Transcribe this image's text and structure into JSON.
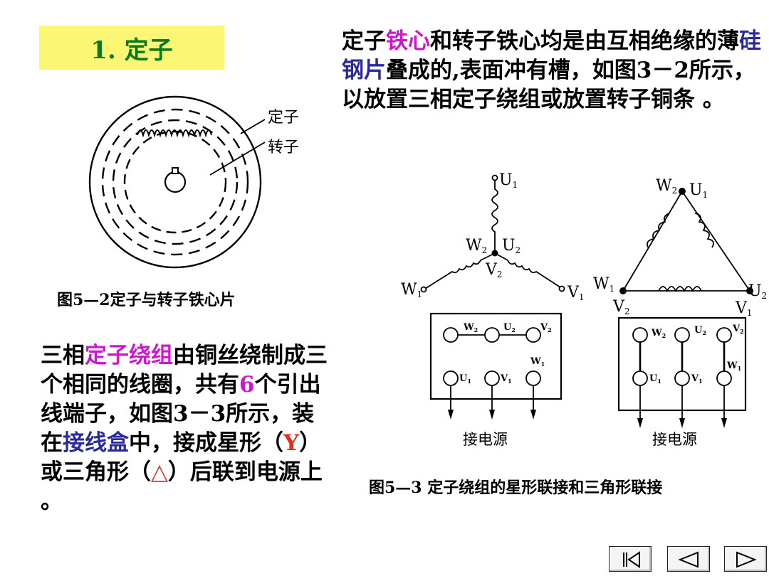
{
  "slide": {
    "title": "1. 定子",
    "para1": [
      {
        "t": "定子"
      },
      {
        "t": "铁心",
        "c": "pink"
      },
      {
        "t": "和转子铁心均是由互相绝缘的薄"
      },
      {
        "t": "硅钢片",
        "c": "blue"
      },
      {
        "t": "叠成的,表面冲有槽，如图3－2所示，以放置三相定子绕组或放置转子铜条 。"
      }
    ],
    "para2": [
      {
        "t": "三相"
      },
      {
        "t": "定子绕组",
        "c": "pink"
      },
      {
        "t": "由铜丝绕制成三个相同的线圈，共有"
      },
      {
        "t": "6",
        "c": "pink"
      },
      {
        "t": "个引出线端子，如图3－3所示，装在"
      },
      {
        "t": "接线盒",
        "c": "blue"
      },
      {
        "t": "中，接成星形（"
      },
      {
        "t": "Y",
        "c": "red"
      },
      {
        "t": "）或三角形（"
      },
      {
        "t": "△",
        "c": "red"
      },
      {
        "t": "）后联到电源上 。"
      }
    ],
    "caption1": "图5—2定子与转子铁心片",
    "caption2": "图5—3 定子绕组的星形联接和三角形联接"
  },
  "core_figure": {
    "label_stator": "定子",
    "label_rotor": "转子"
  },
  "winding_figure": {
    "star": {
      "U1": "U",
      "U1_sub": "1",
      "W2": "W",
      "W2_sub": "2",
      "U2": "U",
      "U2_sub": "2",
      "V2": "V",
      "V2_sub": "2",
      "W1": "W",
      "W1_sub": "1",
      "V1": "V",
      "V1_sub": "1"
    },
    "delta": {
      "W2": "W",
      "W2_sub": "2",
      "U1": "U",
      "U1_sub": "1",
      "W1": "W",
      "W1_sub": "1",
      "V2": "V",
      "V2_sub": "2",
      "U2": "U",
      "U2_sub": "2",
      "V1": "V",
      "V1_sub": "1"
    },
    "box_top": [
      "W",
      "U",
      "V"
    ],
    "box_top_subs": [
      "2",
      "2",
      "2"
    ],
    "box_bottom": [
      "U",
      "V",
      "W"
    ],
    "box_bottom_subs": [
      "1",
      "1",
      "1"
    ],
    "power_label": "接电源"
  },
  "nav": {
    "first": "first-slide",
    "prev": "previous-slide",
    "next": "next-slide"
  },
  "colors": {
    "title_bg": "#fbf674",
    "title_fg": "#0a7a1e",
    "highlight_pink": "#cc18cc",
    "highlight_blue": "#2a2a9a",
    "highlight_red": "#e0301e"
  }
}
